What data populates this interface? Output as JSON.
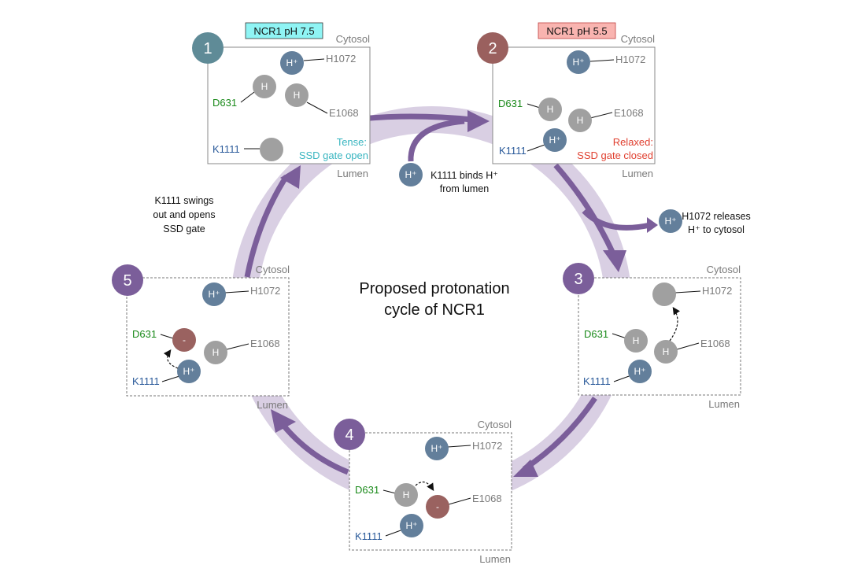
{
  "title": [
    "Proposed protonation",
    "cycle of NCR1"
  ],
  "colors": {
    "ring": "#d9cfe3",
    "arrow": "#7b5e9a",
    "hplus": "#637f9b",
    "neutral": "#a0a0a0",
    "deprotonated": "#9a6260",
    "step1": "#5f8b97",
    "step2": "#9a605e",
    "step3_5": "#7b5e9a",
    "tense": "#38b5c0",
    "relaxed": "#e04030"
  },
  "compartments": {
    "top": "Cytosol",
    "bottom": "Lumen"
  },
  "residues": {
    "h1072": "H1072",
    "e1068": "E1068",
    "d631": "D631",
    "k1111": "K1111"
  },
  "glyphs": {
    "protonated": "H",
    "hplus": "H⁺",
    "minus": "-"
  },
  "states": [
    {
      "step": "1",
      "tag": "NCR1 pH 7.5",
      "state_line1": "Tense:",
      "state_line2": "SSD gate open",
      "h1072": "H⁺",
      "e1068": "H",
      "d631": "H",
      "k1111": ""
    },
    {
      "step": "2",
      "tag": "NCR1 pH 5.5",
      "state_line1": "Relaxed:",
      "state_line2": "SSD gate closed",
      "h1072": "H⁺",
      "e1068": "H",
      "d631": "H",
      "k1111": "H⁺"
    },
    {
      "step": "3",
      "h1072": "",
      "e1068": "H",
      "d631": "H",
      "k1111": "H⁺"
    },
    {
      "step": "4",
      "h1072": "H⁺",
      "e1068": "-",
      "d631": "H",
      "k1111": "H⁺"
    },
    {
      "step": "5",
      "h1072": "H⁺",
      "e1068": "H",
      "d631": "-",
      "k1111": "H⁺"
    }
  ],
  "annotations": {
    "k1111_binds": [
      "K1111 binds H⁺",
      "from lumen"
    ],
    "h1072_releases": [
      "H1072 releases",
      "H⁺ to cytosol"
    ],
    "k1111_swings": [
      "K1111 swings",
      "out and opens",
      "SSD gate"
    ]
  }
}
